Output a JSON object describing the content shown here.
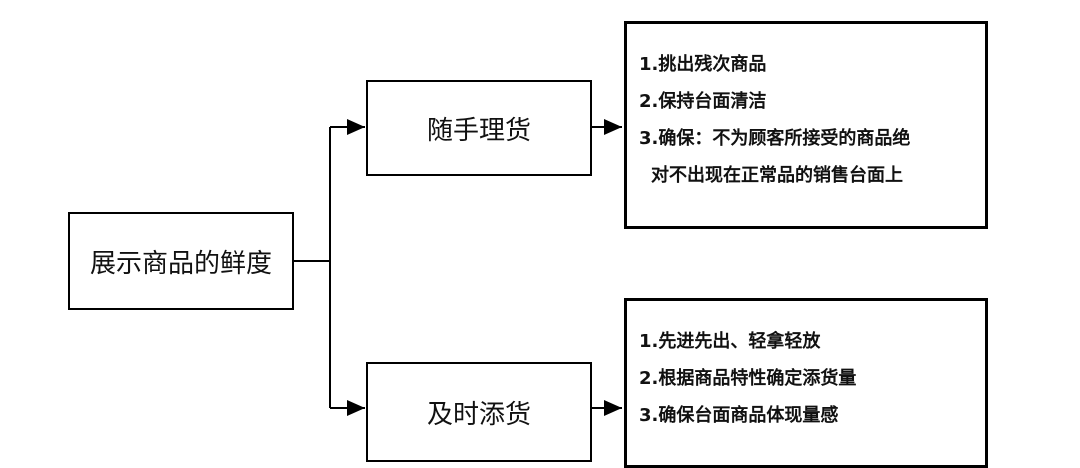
{
  "root": {
    "label": "展示商品的鲜度"
  },
  "branches": [
    {
      "label": "随手理货",
      "details": [
        {
          "text": "1.挑出残次商品"
        },
        {
          "text": "2.保持台面清洁"
        },
        {
          "text": "3.确保：不为顾客所接受的商品绝"
        },
        {
          "text": "对不出现在正常品的销售台面上"
        }
      ]
    },
    {
      "label": "及时添货",
      "details": [
        {
          "text": "1.先进先出、轻拿轻放"
        },
        {
          "text": "2.根据商品特性确定添货量"
        },
        {
          "text": "3.确保台面商品体现量感"
        }
      ]
    }
  ]
}
